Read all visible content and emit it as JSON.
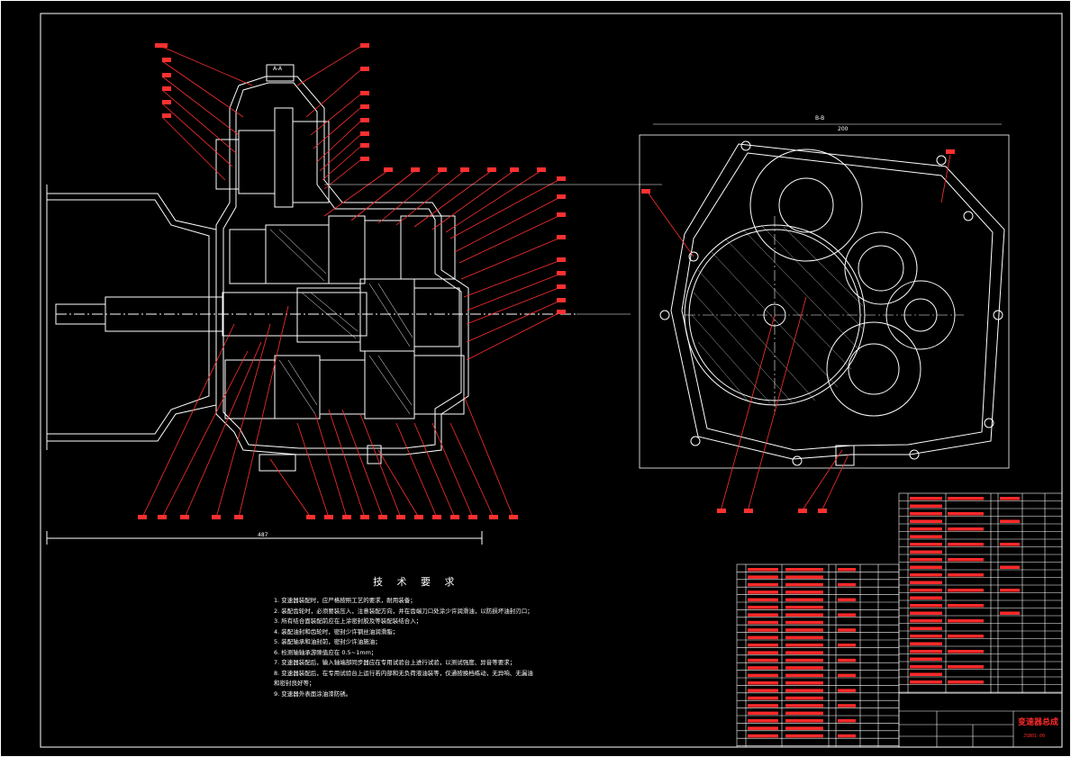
{
  "colors": {
    "background": "#000000",
    "line": "#ffffff",
    "accent": "#ff2a2a",
    "leader": "#ff3030"
  },
  "technical_requirements": {
    "title": "技 术 要 求",
    "items": [
      "1. 变速器装配时，应严格按照工艺的要求，耐用装备；",
      "2. 装配齿轮时，必须要装压入，注意装配方向，并在齿端刀口处涂少许润滑油，以防损坏油封刃口；",
      "3. 所有结合面装配前应在上涂密封胶及等装配装结合入；",
      "4. 装配油封和齿轮时，密封少许钢丝油润滑脂；",
      "5. 装配轴承和油封前，密封少许油施油；",
      "6. 检测轴轴承游隙值应在 0.5~1mm；",
      "7. 变速器装配后，输入轴端部同步器应在专用试验台上进行试验，以测试强度、异音等要求；",
      "8. 变速器装配后，在专用试验台上运行若内部和无负荷液油装等，仅通按换档练动，无异响、无漏油",
      "   和密封良好等；",
      "9. 变速器外表面涂油漆防锈。"
    ]
  },
  "title_block": {
    "drawing_title": "变速器总成",
    "drawing_code": "JSB01-00"
  },
  "dimensions": {
    "overall_length": "487",
    "width_view_b": "200",
    "section_mark_a": "A-A",
    "section_mark_b": "B-B"
  }
}
